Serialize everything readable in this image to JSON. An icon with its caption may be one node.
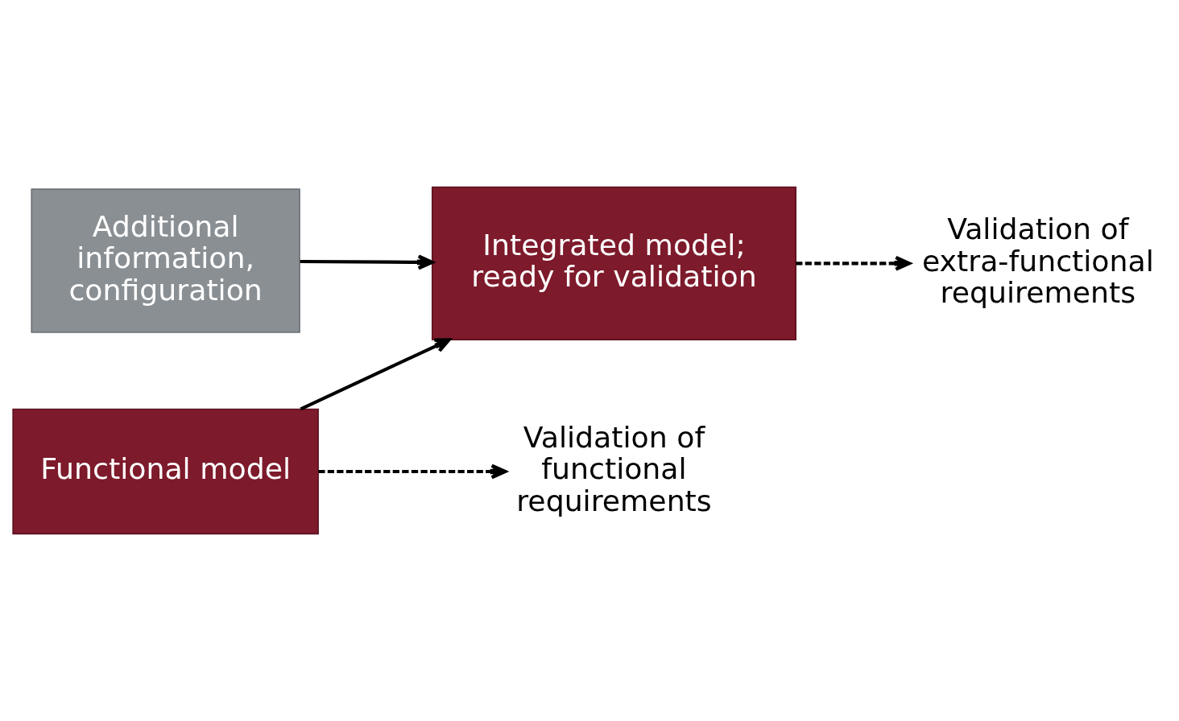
{
  "diagram": {
    "nodes": [
      {
        "text": [
          "Functional model"
        ]
      },
      {
        "text": [
          "Integrated model; ready for validation"
        ]
      },
      {
        "text": [
          "Additional information, configuration"
        ]
      },
      {
        "text": [
          "Validation of functional requirements"
        ]
      },
      {
        "text": [
          "Validation of extra-functional requirements"
        ]
      }
    ],
    "edges": [
      {
        "from": 0,
        "to": 3,
        "arrow": "to",
        "style": "dashed"
      },
      {
        "from": 0,
        "to": 1,
        "arrow": "to"
      },
      {
        "from": 2,
        "to": 1,
        "arrow": "to"
      },
      {
        "from": 1,
        "to": 4,
        "arrow": "to",
        "style": "dashed"
      }
    ]
  }
}
